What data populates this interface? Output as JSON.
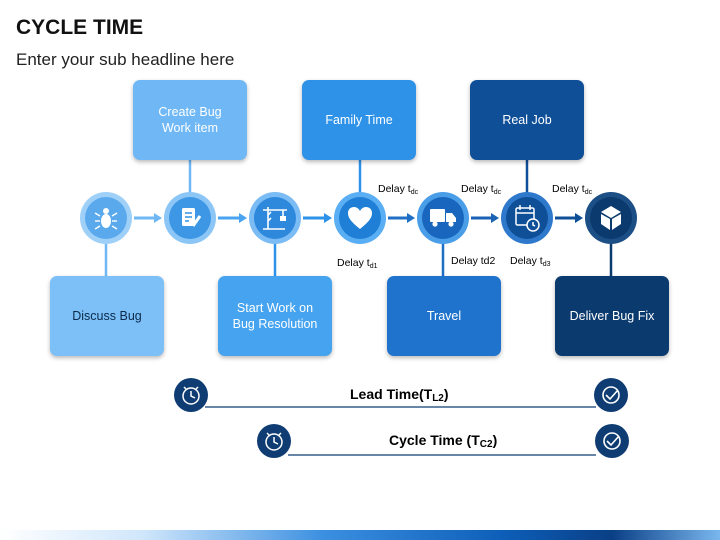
{
  "title": "CYCLE TIME",
  "subtitle": "Enter your sub headline here",
  "steps": [
    {
      "icon": "bug-icon"
    },
    {
      "icon": "edit-document-icon"
    },
    {
      "icon": "crane-icon"
    },
    {
      "icon": "heart-icon"
    },
    {
      "icon": "truck-icon"
    },
    {
      "icon": "calendar-clock-icon"
    },
    {
      "icon": "box-icon"
    }
  ],
  "boxes": {
    "discuss_bug": "Discuss Bug",
    "create_bug_line1": "Create Bug",
    "create_bug_line2": "Work item",
    "start_work_line1": "Start Work on",
    "start_work_line2": "Bug Resolution",
    "family_time": "Family Time",
    "travel": "Travel",
    "real_job": "Real Job",
    "deliver_fix": "Deliver Bug Fix"
  },
  "delays": {
    "d1_text": "Delay t",
    "d1_sub": "dc",
    "d2_text": "Delay t",
    "d2_sub": "dc",
    "d3_text": "Delay t",
    "d3_sub": "dc",
    "d4_text": "Delay t",
    "d4_sub": "d1",
    "d5_text": "Delay td2",
    "d6_text": "Delay t",
    "d6_sub": "d3"
  },
  "timelines": {
    "lead_text": "Lead Time(T",
    "lead_sub": "L2",
    "lead_close": ")",
    "cycle_text": "Cycle Time (T",
    "cycle_sub": "C2",
    "cycle_close": ")"
  },
  "colors": {
    "light": "#6fb8f5",
    "medium": "#2e92e8",
    "mid_dark": "#1f6fc4",
    "dark": "#0f4f98",
    "darkest": "#0b3a6e",
    "connector": "#4aa3f0",
    "timeline": "#0f3d73"
  }
}
